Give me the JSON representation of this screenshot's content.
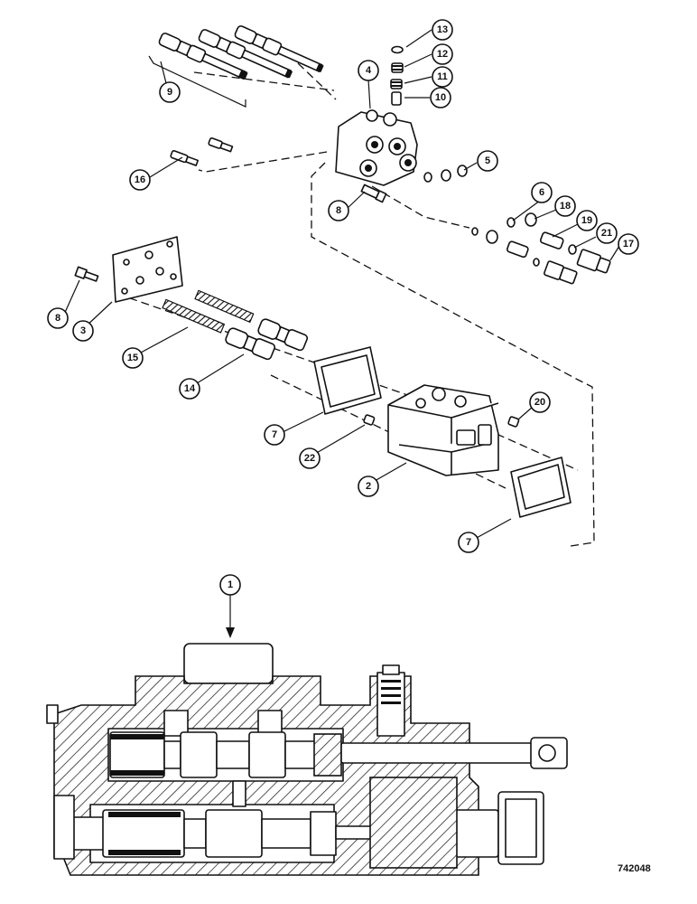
{
  "figure_number": "742048",
  "callouts": [
    "1",
    "2",
    "3",
    "4",
    "5",
    "6",
    "7",
    "7",
    "8",
    "8",
    "9",
    "10",
    "11",
    "12",
    "13",
    "14",
    "15",
    "16",
    "17",
    "18",
    "19",
    "20",
    "21",
    "22"
  ]
}
